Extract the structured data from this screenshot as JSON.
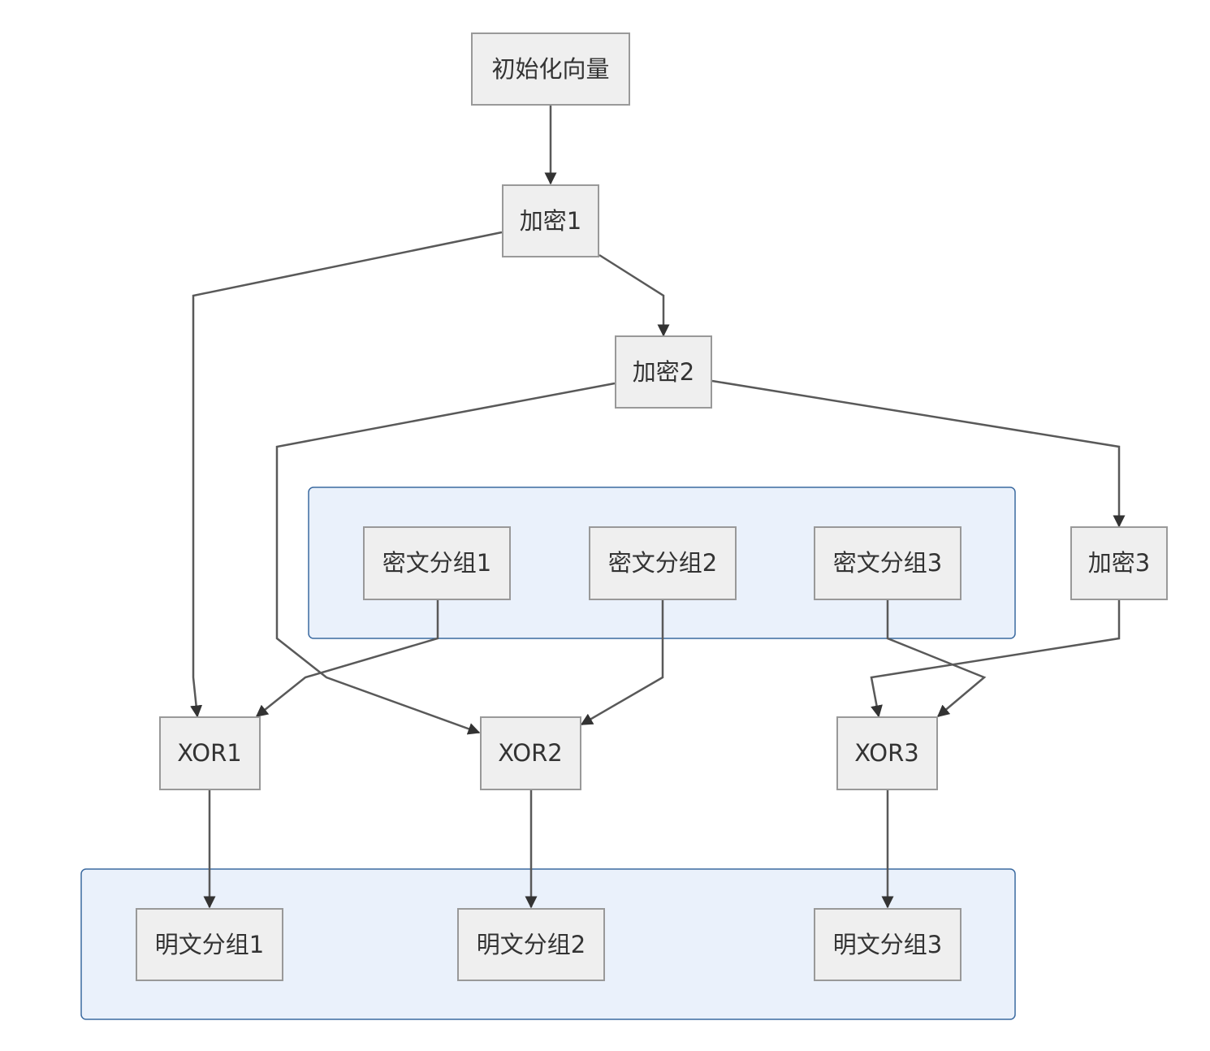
{
  "groups": {
    "ciphertext": {},
    "plaintext": {}
  },
  "nodes": {
    "iv": {
      "label": "初始化向量"
    },
    "enc1": {
      "label": "加密1"
    },
    "enc2": {
      "label": "加密2"
    },
    "enc3": {
      "label": "加密3"
    },
    "c1": {
      "label": "密文分组1"
    },
    "c2": {
      "label": "密文分组2"
    },
    "c3": {
      "label": "密文分组3"
    },
    "xor1": {
      "label": "XOR1"
    },
    "xor2": {
      "label": "XOR2"
    },
    "xor3": {
      "label": "XOR3"
    },
    "p1": {
      "label": "明文分组1"
    },
    "p2": {
      "label": "明文分组2"
    },
    "p3": {
      "label": "明文分组3"
    }
  },
  "edges": [
    {
      "from": "iv",
      "to": "enc1"
    },
    {
      "from": "enc1",
      "to": "enc2"
    },
    {
      "from": "enc1",
      "to": "xor1"
    },
    {
      "from": "enc2",
      "to": "enc3"
    },
    {
      "from": "enc2",
      "to": "xor2"
    },
    {
      "from": "c1",
      "to": "xor1"
    },
    {
      "from": "c2",
      "to": "xor2"
    },
    {
      "from": "c3",
      "to": "xor3"
    },
    {
      "from": "enc3",
      "to": "xor3"
    },
    {
      "from": "xor1",
      "to": "p1"
    },
    {
      "from": "xor2",
      "to": "p2"
    },
    {
      "from": "xor3",
      "to": "p3"
    }
  ]
}
